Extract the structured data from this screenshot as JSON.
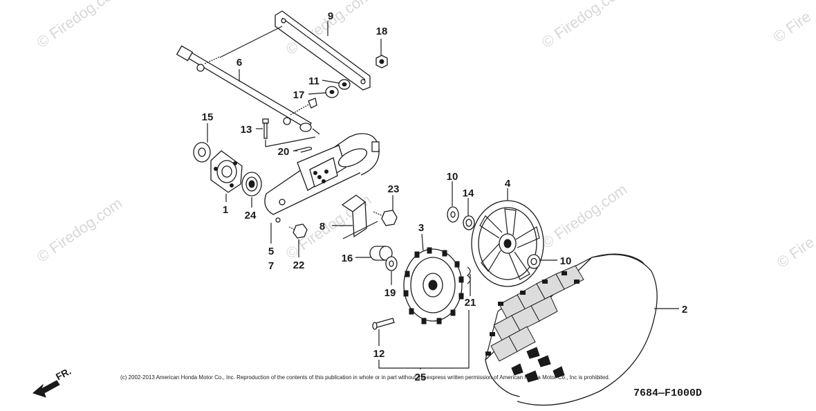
{
  "watermark": "© Firedog.com",
  "watermark_short": "© Fire",
  "callouts": {
    "c1": "1",
    "c2": "2",
    "c3": "3",
    "c4": "4",
    "c5": "5",
    "c6": "6",
    "c7": "7",
    "c8": "8",
    "c9": "9",
    "c10a": "10",
    "c10b": "10",
    "c11": "11",
    "c12": "12",
    "c13": "13",
    "c14": "14",
    "c15": "15",
    "c16": "16",
    "c17": "17",
    "c18": "18",
    "c19": "19",
    "c20": "20",
    "c21": "21",
    "c22": "22",
    "c23": "23",
    "c24": "24",
    "c25": "25"
  },
  "front_marker": "FR.",
  "copyright": "(c) 2002-2013 American Honda Motor Co., Inc. Reproduction of the contents of this publication in whole or in part without the express written permission of American Honda Motor Co., Inc is prohibited.",
  "diagram_code": "7684—F1000D"
}
